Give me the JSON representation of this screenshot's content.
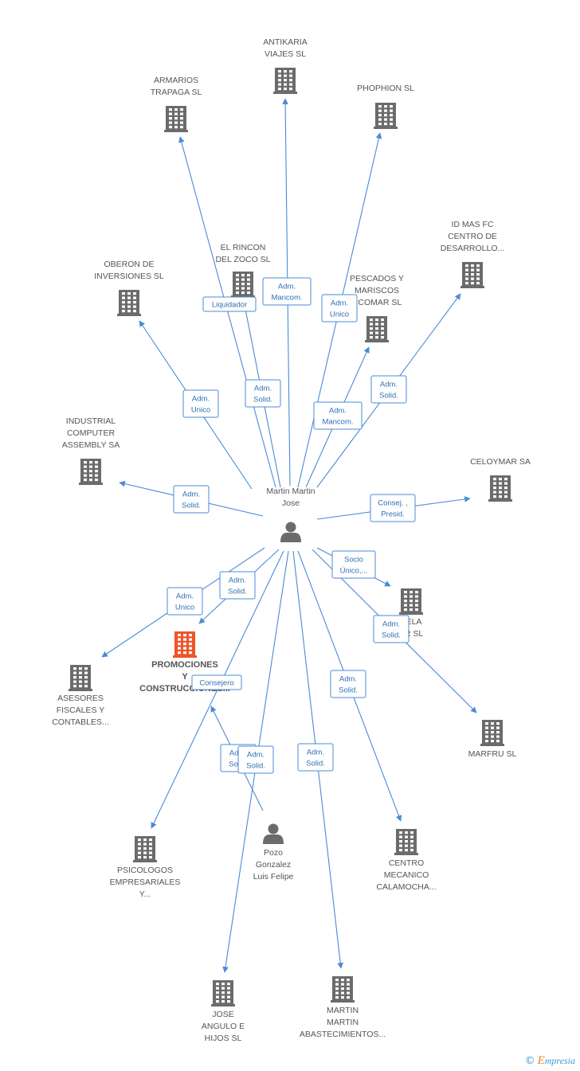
{
  "center_person": {
    "id": "martin",
    "label": [
      "Martin Martin",
      "Jose"
    ]
  },
  "companies": [
    {
      "id": "antikaria",
      "label": [
        "ANTIKARIA",
        "VIAJES SL"
      ],
      "highlight": false
    },
    {
      "id": "armarios",
      "label": [
        "ARMARIOS",
        "TRAPAGA SL"
      ],
      "highlight": false
    },
    {
      "id": "phophion",
      "label": [
        "PHOPHION SL"
      ],
      "highlight": false
    },
    {
      "id": "idmas",
      "label": [
        "ID MAS FC",
        "CENTRO DE",
        "DESARROLLO..."
      ],
      "highlight": false
    },
    {
      "id": "elrincon",
      "label": [
        "EL RINCON",
        "DEL ZOCO SL"
      ],
      "highlight": false
    },
    {
      "id": "oberon",
      "label": [
        "OBERON DE",
        "INVERSIONES SL"
      ],
      "highlight": false
    },
    {
      "id": "pescados",
      "label": [
        "PESCADOS Y",
        "MARISCOS",
        "RCOMAR SL"
      ],
      "highlight": false
    },
    {
      "id": "industrial",
      "label": [
        "INDUSTRIAL",
        "COMPUTER",
        "ASSEMBLY SA"
      ],
      "highlight": false
    },
    {
      "id": "celoymar",
      "label": [
        "CELOYMAR SA"
      ],
      "highlight": false
    },
    {
      "id": "vela",
      "label": [
        "VELA",
        "AR SL"
      ],
      "highlight": false
    },
    {
      "id": "promociones",
      "label": [
        "PROMOCIONES",
        "Y",
        "CONSTRUCCIONES..."
      ],
      "highlight": true
    },
    {
      "id": "asesores",
      "label": [
        "ASESORES",
        "FISCALES Y",
        "CONTABLES..."
      ],
      "highlight": false
    },
    {
      "id": "marfru",
      "label": [
        "MARFRU SL"
      ],
      "highlight": false
    },
    {
      "id": "psicologos",
      "label": [
        "PSICOLOGOS",
        "EMPRESARIALES",
        "Y..."
      ],
      "highlight": false
    },
    {
      "id": "centro",
      "label": [
        "CENTRO",
        "MECANICO",
        "CALAMOCHA..."
      ],
      "highlight": false
    },
    {
      "id": "jose",
      "label": [
        "JOSE",
        "ANGULO E",
        "HIJOS SL"
      ],
      "highlight": false
    },
    {
      "id": "abastecimientos",
      "label": [
        "MARTIN",
        "MARTIN",
        "ABASTECIMIENTOS..."
      ],
      "highlight": false
    }
  ],
  "other_people": [
    {
      "id": "pozo",
      "label": [
        "Pozo",
        "Gonzalez",
        "Luis Felipe"
      ]
    }
  ],
  "relations": [
    {
      "from": "martin",
      "to": "antikaria",
      "label": [
        "Adm.",
        "Mancom."
      ]
    },
    {
      "from": "martin",
      "to": "armarios",
      "label": [
        "Adm.",
        "Solid."
      ]
    },
    {
      "from": "martin",
      "to": "phophion",
      "label": [
        "Adm.",
        "Unico"
      ]
    },
    {
      "from": "martin",
      "to": "idmas",
      "label": [
        "Adm.",
        "Solid."
      ]
    },
    {
      "from": "martin",
      "to": "elrincon",
      "label": [
        "Liquidador"
      ]
    },
    {
      "from": "martin",
      "to": "oberon",
      "label": [
        "Adm.",
        "Unico"
      ]
    },
    {
      "from": "martin",
      "to": "pescados",
      "label": [
        "Adm.",
        "Mancom."
      ]
    },
    {
      "from": "martin",
      "to": "industrial",
      "label": [
        "Adm.",
        "Solid."
      ]
    },
    {
      "from": "martin",
      "to": "celoymar",
      "label": [
        "Consej. ,",
        "Presid."
      ]
    },
    {
      "from": "martin",
      "to": "vela",
      "label": [
        "Socio",
        "Único,..."
      ]
    },
    {
      "from": "martin",
      "to": "marfru",
      "label": [
        "Adm.",
        "Solid."
      ]
    },
    {
      "from": "martin",
      "to": "promociones",
      "label": [
        "Adm.",
        "Solid."
      ]
    },
    {
      "from": "martin",
      "to": "asesores",
      "label": [
        "Adm.",
        "Unico"
      ]
    },
    {
      "from": "martin",
      "to": "psicologos",
      "label": [
        "Adm.",
        "Solid."
      ]
    },
    {
      "from": "martin",
      "to": "centro",
      "label": [
        "Adm.",
        "Solid."
      ]
    },
    {
      "from": "martin",
      "to": "jose",
      "label": [
        "Adm.",
        "Solid."
      ]
    },
    {
      "from": "martin",
      "to": "abastecimientos",
      "label": [
        "Adm.",
        "Solid."
      ]
    },
    {
      "from": "pozo",
      "to": "promociones",
      "label": [
        "Consejero"
      ]
    }
  ],
  "colors": {
    "edge": "#4a8bd6",
    "edge_text": "#2f6fb5",
    "building": "#6b6b6b",
    "building_highlight": "#f0542a",
    "person": "#6b6b6b",
    "label": "#555555"
  },
  "footer": {
    "copyright": "©",
    "brand_initial": "E",
    "brand_rest": "mpresia"
  }
}
